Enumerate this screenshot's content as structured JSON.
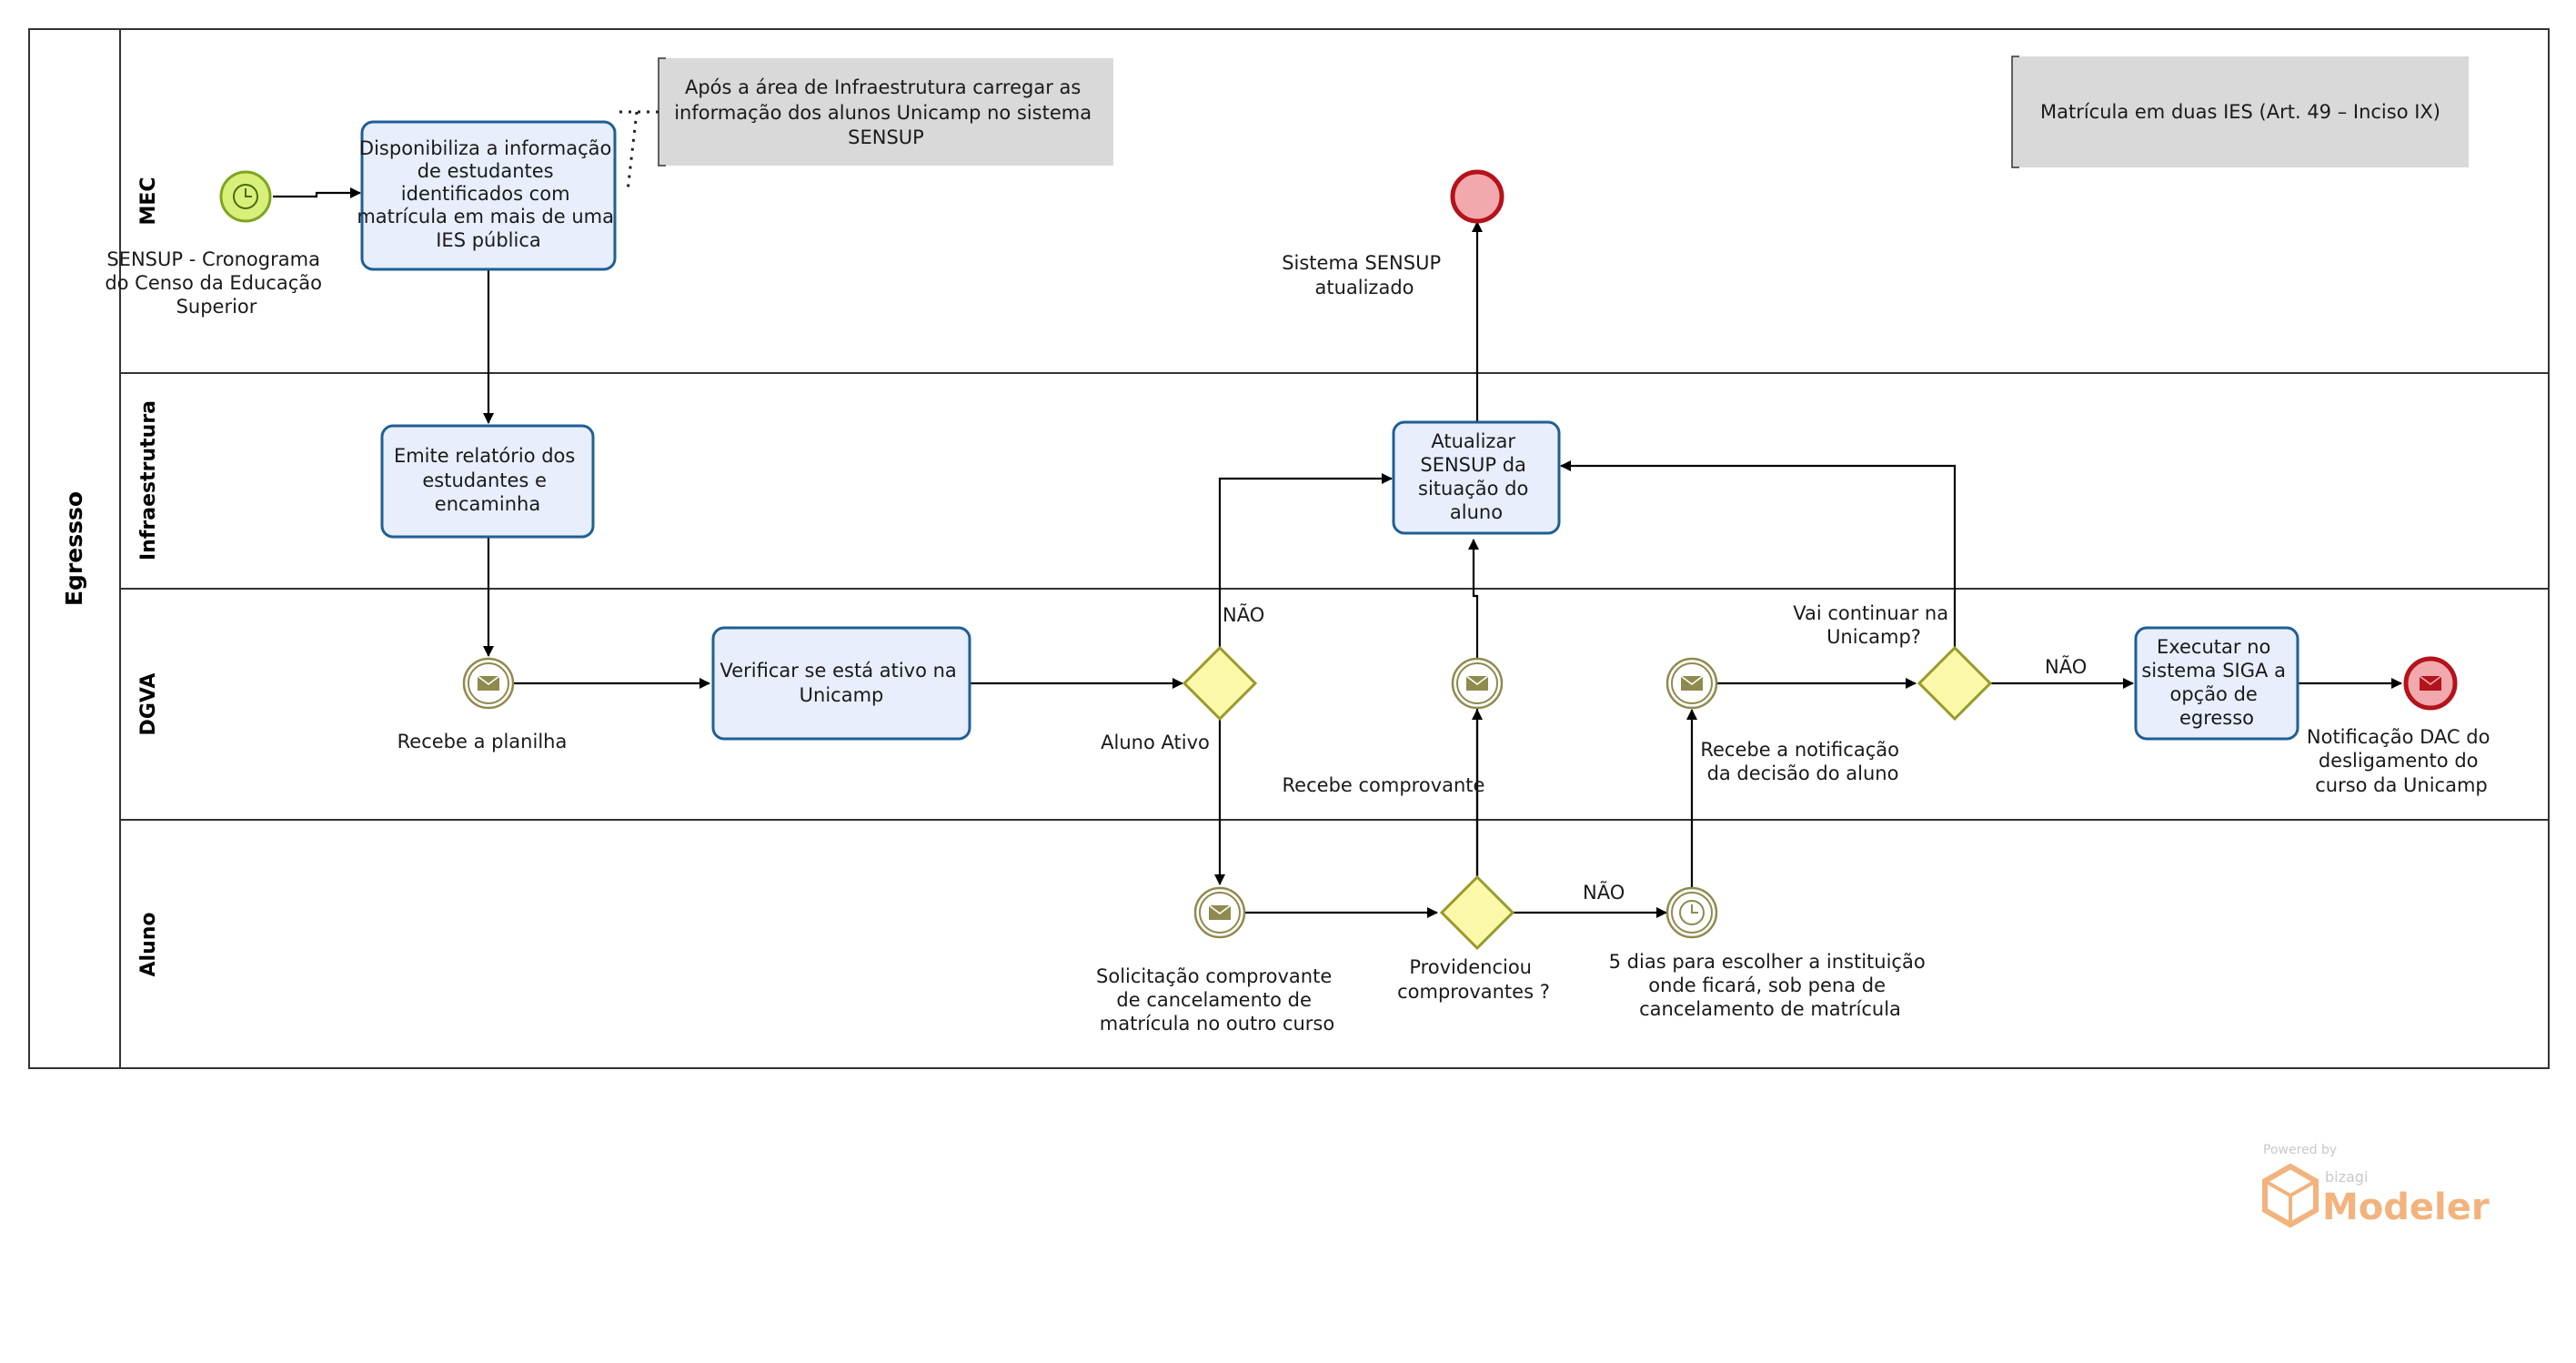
{
  "pool": {
    "label": "Egressso"
  },
  "lanes": {
    "mec": "MEC",
    "infra": "Infraestrutura",
    "dgva": "DGVA",
    "aluno": "Aluno"
  },
  "start_event": {
    "lines": [
      "SENSUP - Cronograma",
      "do Censo da Educação",
      "Superior"
    ]
  },
  "tasks": {
    "disponibiliza": [
      "Disponibiliza a informação",
      "de estudantes",
      "identificados com",
      "matrícula em mais de uma",
      "IES pública"
    ],
    "emite": [
      "Emite relatório dos",
      "estudantes e",
      "encaminha"
    ],
    "verificar": [
      "Verificar se está ativo na",
      "Unicamp"
    ],
    "atualizar": [
      "Atualizar",
      "SENSUP da",
      "situação do",
      "aluno"
    ],
    "executar": [
      "Executar no",
      "sistema SIGA a",
      "opção de",
      "egresso"
    ]
  },
  "annotations": {
    "infra_note": [
      "Após a área de Infraestrutura carregar as",
      "informação dos alunos Unicamp no sistema",
      "SENSUP"
    ],
    "title_note": "Matrícula em duas IES (Art. 49 – Inciso IX)"
  },
  "events": {
    "end_sensup": [
      "Sistema SENSUP",
      "atualizado"
    ],
    "recebe_planilha": "Recebe a planilha",
    "recebe_comprovante": "Recebe comprovante",
    "recebe_notificacao": [
      "Recebe a notificação",
      "da decisão do aluno"
    ],
    "end_notificacao": [
      "Notificação DAC do",
      "desligamento do",
      "curso da Unicamp"
    ],
    "solicitacao": [
      "Solicitação comprovante",
      "de cancelamento de",
      "matrícula no outro curso"
    ],
    "timer_5dias": [
      "5 dias para escolher a instituição",
      "onde ficará, sob pena de",
      "cancelamento de matrícula"
    ]
  },
  "gateways": {
    "aluno_ativo": "Aluno Ativo",
    "vai_continuar": [
      "Vai continuar na",
      "Unicamp?"
    ],
    "providenciou": [
      "Providenciou",
      "comprovantes ?"
    ]
  },
  "flow_labels": {
    "nao_ativo": "NÃO",
    "nao_continuar": "NÃO",
    "nao_providenciou": "NÃO"
  },
  "watermark": {
    "powered": "Powered by",
    "brand": "bizagi",
    "product": "Modeler"
  },
  "colors": {
    "task_fill": "#e8eefb",
    "task_stroke": "#1f5f96",
    "start_fill": "#d8ef7a",
    "start_stroke": "#7fa41f",
    "end_fill": "#f2a9ad",
    "end_stroke": "#b5121b",
    "gateway_fill": "#fbf9a9",
    "gateway_stroke": "#9a9a2a",
    "inter_stroke": "#8f8a4e",
    "annotation_fill": "#d9d9d9",
    "watermark": "#f2b37d"
  }
}
